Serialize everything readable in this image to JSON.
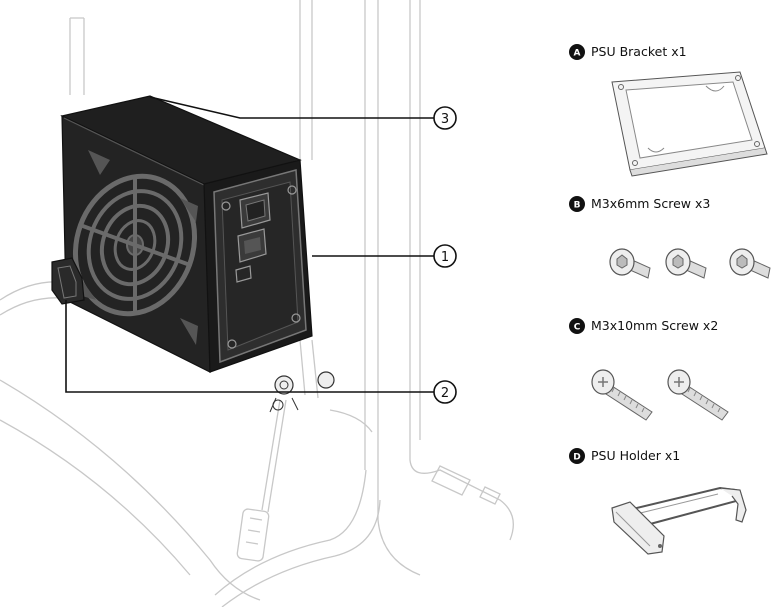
{
  "callouts": [
    {
      "number": "1"
    },
    {
      "number": "2"
    },
    {
      "number": "3"
    }
  ],
  "parts": [
    {
      "letter": "A",
      "label": "PSU Bracket x1",
      "icon": "psu-bracket"
    },
    {
      "letter": "B",
      "label": "M3x6mm Screw x3",
      "icon": "short-screw"
    },
    {
      "letter": "C",
      "label": "M3x10mm Screw x2",
      "icon": "long-screw"
    },
    {
      "letter": "D",
      "label": "PSU Holder x1",
      "icon": "psu-holder"
    }
  ],
  "colors": {
    "line": "#111111",
    "frame": "#c8c8c8",
    "badge": "#111111"
  }
}
